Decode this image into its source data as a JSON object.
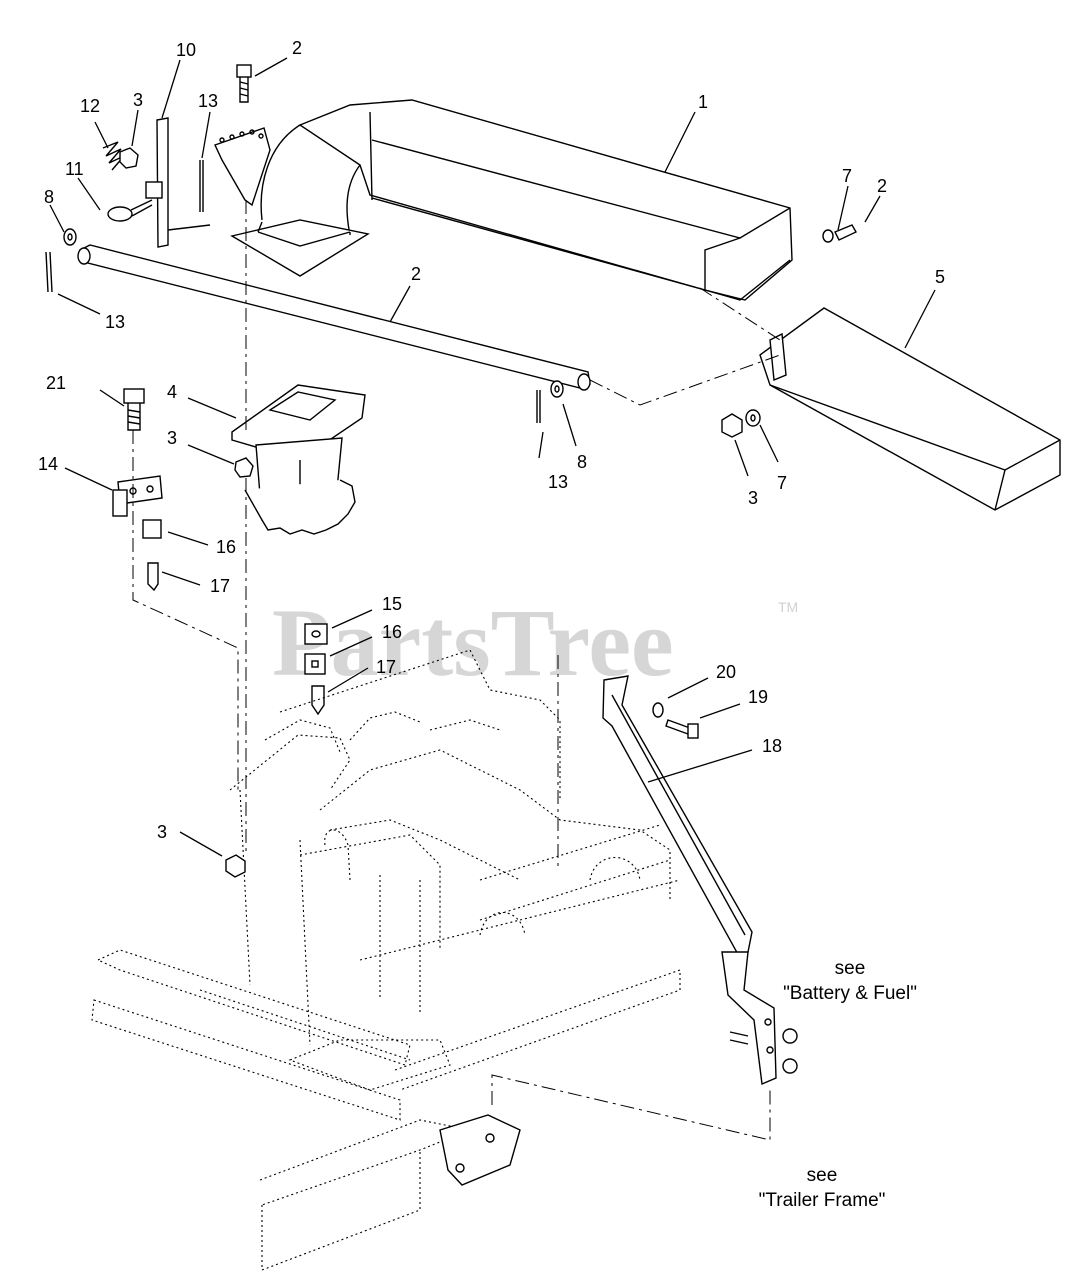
{
  "watermark": {
    "text": "PartsTree",
    "trademark": "TM"
  },
  "callouts": [
    {
      "id": "c1",
      "text": "1"
    },
    {
      "id": "c2a",
      "text": "2"
    },
    {
      "id": "c2b",
      "text": "2"
    },
    {
      "id": "c2c",
      "text": "2"
    },
    {
      "id": "c3a",
      "text": "3"
    },
    {
      "id": "c3b",
      "text": "3"
    },
    {
      "id": "c3c",
      "text": "3"
    },
    {
      "id": "c3d",
      "text": "3"
    },
    {
      "id": "c4",
      "text": "4"
    },
    {
      "id": "c5",
      "text": "5"
    },
    {
      "id": "c7a",
      "text": "7"
    },
    {
      "id": "c7b",
      "text": "7"
    },
    {
      "id": "c8a",
      "text": "8"
    },
    {
      "id": "c8b",
      "text": "8"
    },
    {
      "id": "c10",
      "text": "10"
    },
    {
      "id": "c11",
      "text": "11"
    },
    {
      "id": "c12",
      "text": "12"
    },
    {
      "id": "c13a",
      "text": "13"
    },
    {
      "id": "c13b",
      "text": "13"
    },
    {
      "id": "c13c",
      "text": "13"
    },
    {
      "id": "c14",
      "text": "14"
    },
    {
      "id": "c15",
      "text": "15"
    },
    {
      "id": "c16a",
      "text": "16"
    },
    {
      "id": "c16b",
      "text": "16"
    },
    {
      "id": "c17a",
      "text": "17"
    },
    {
      "id": "c17b",
      "text": "17"
    },
    {
      "id": "c18",
      "text": "18"
    },
    {
      "id": "c19",
      "text": "19"
    },
    {
      "id": "c20",
      "text": "20"
    },
    {
      "id": "c21",
      "text": "21"
    }
  ],
  "references": {
    "battery_see": "see",
    "battery_name": "\"Battery & Fuel\"",
    "trailer_see": "see",
    "trailer_name": "\"Trailer Frame\""
  }
}
